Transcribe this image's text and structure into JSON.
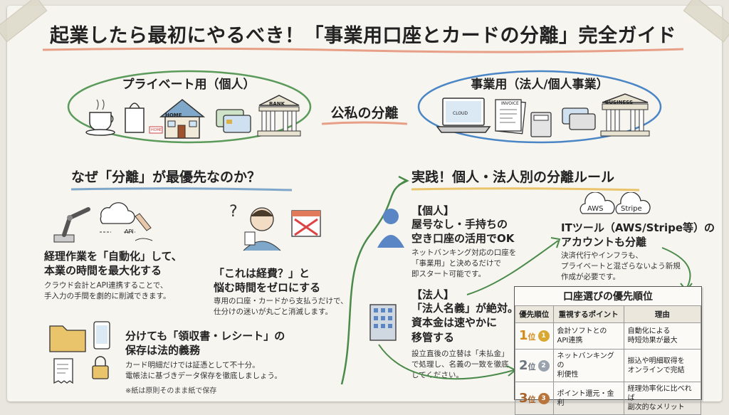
{
  "title": "起業したら最初にやるべき！「事業用口座とカードの分離」完全ガイド",
  "top": {
    "private_label": "プライベート用（個人）",
    "business_label": "事業用（法人/個人事業）",
    "separation_label": "公私の分離",
    "home_sign": "HOME",
    "home_mat": "HOME",
    "bank_sign": "BANK",
    "cloud_sign": "CLOUD",
    "invoice_sign": "INVOICE",
    "business_sign": "BUSINESS"
  },
  "why": {
    "heading": "なぜ「分離」が最優先なのか？",
    "auto_title": "経理作業を「自動化」して、\n本業の時間を最大化する",
    "auto_body": "クラウド会計とAPI連携することで、\n手入力の手間を劇的に削減できます。",
    "api_label": "API",
    "worry_title": "「これは経費？」と\n悩む時間をゼロにする",
    "worry_body": "専用の口座・カードから支払うだけで、\n仕分けの迷いが丸ごと消滅します。",
    "receipt_title": "分けても「領収書・レシート」の\n保存は法的義務",
    "receipt_body": "カード明細だけでは証憑として不十分。\n電帳法に基づきデータ保存を徹底しましょう。",
    "receipt_note": "※紙は原則そのまま紙で保存"
  },
  "practice": {
    "heading": "実践！個人・法人別の分離ルール",
    "individual_tag": "【個人】",
    "individual_title": "屋号なし・手持ちの\n空き口座の活用でOK",
    "individual_body": "ネットバンキング対応の口座を\n「事業用」と決めるだけで\n即スタート可能です。",
    "corp_tag": "【法人】",
    "corp_title": "「法人名義」が絶対。\n資本金は速やかに\n移管する",
    "corp_body": "設立直後の立替は「未払金」\nで処理し、名義の一致を徹底\nしてください。",
    "it_title": "ITツール（AWS/Stripe等）の\nアカウントも分離",
    "it_body": "決済代行やインフラも、\nプライベートと混ざらないよう新規\n作成が必要です。",
    "aws": "AWS",
    "stripe": "Stripe"
  },
  "priority": {
    "title": "口座選びの優先順位",
    "headers": [
      "優先順位",
      "重視するポイント",
      "理由"
    ],
    "rows": [
      {
        "rank": "1",
        "unit": "位",
        "point": "会計ソフトとの\nAPI連携",
        "reason": "自動化による\n時短効果が最大",
        "medal": "#d9a832",
        "medal_num": "1"
      },
      {
        "rank": "2",
        "unit": "位",
        "point": "ネットバンキングの\n利便性",
        "reason": "振込や明細取得を\nオンラインで完結",
        "medal": "#9aa3ad",
        "medal_num": "2"
      },
      {
        "rank": "3",
        "unit": "位",
        "point": "ポイント還元・金利",
        "reason": "経理効率化に比べれば\n副次的なメリット",
        "medal": "#b8743a",
        "medal_num": "3"
      }
    ]
  }
}
